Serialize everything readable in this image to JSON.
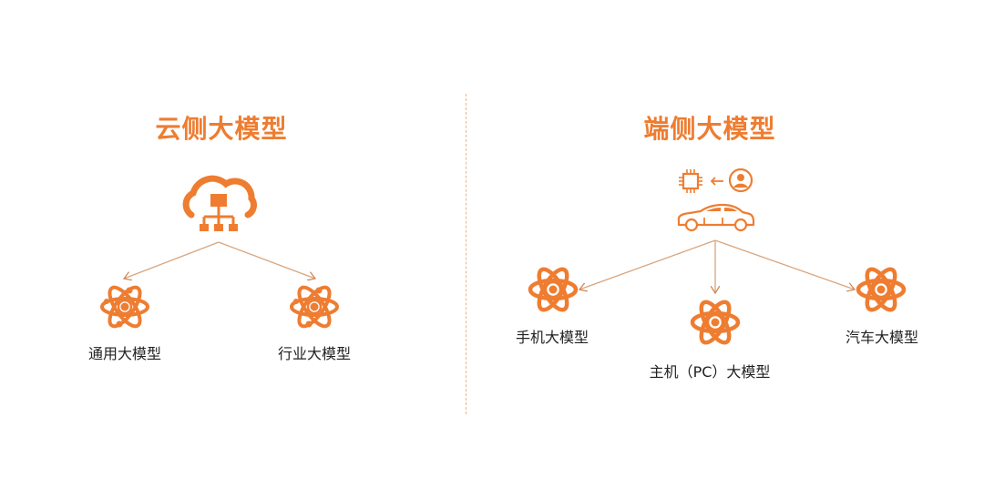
{
  "colors": {
    "accent": "#ee7d31",
    "arrow": "#d9a57c",
    "divider": "#e8b48a",
    "label_text": "#222222",
    "background": "#ffffff"
  },
  "left_panel": {
    "title": "云侧大模型",
    "top_icon": "cloud-network-icon",
    "children": [
      {
        "label": "通用大模型",
        "icon": "atom-icon"
      },
      {
        "label": "行业大模型",
        "icon": "atom-icon"
      }
    ]
  },
  "right_panel": {
    "title": "端侧大模型",
    "top_icons": [
      "chip-icon",
      "arrow-left-icon",
      "user-avatar-icon",
      "car-icon"
    ],
    "children": [
      {
        "label": "手机大模型",
        "icon": "atom-icon"
      },
      {
        "label": "主机（PC）大模型",
        "icon": "atom-icon"
      },
      {
        "label": "汽车大模型",
        "icon": "atom-icon"
      }
    ]
  }
}
